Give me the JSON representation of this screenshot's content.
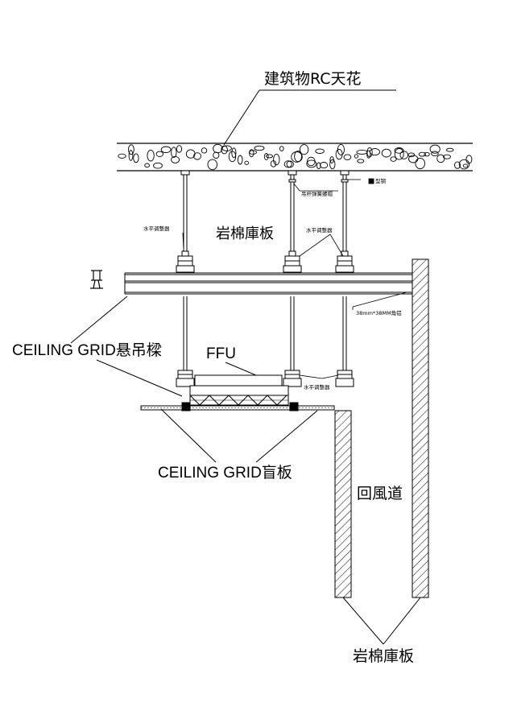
{
  "labels": {
    "rc_ceiling": "建筑物RC天花",
    "hanger_rod_nut": "吊杆弹簧螺帽",
    "profile": "型钢",
    "level_adjuster_1": "水平调整器",
    "level_adjuster_2": "水平调整器",
    "level_adjuster_3": "水平调整器",
    "rockwool_panel_top": "岩棉庫板",
    "ceiling_grid_beam": "CEILING GRID悬吊樑",
    "channel_size": "38mm*38MM角铝",
    "ffu": "FFU",
    "ceiling_grid_blank": "CEILING GRID盲板",
    "return_air_duct": "回風道",
    "rockwool_panel_bottom": "岩棉庫板"
  },
  "colors": {
    "line": "#000000",
    "hatch": "#000000",
    "background": "#ffffff"
  }
}
